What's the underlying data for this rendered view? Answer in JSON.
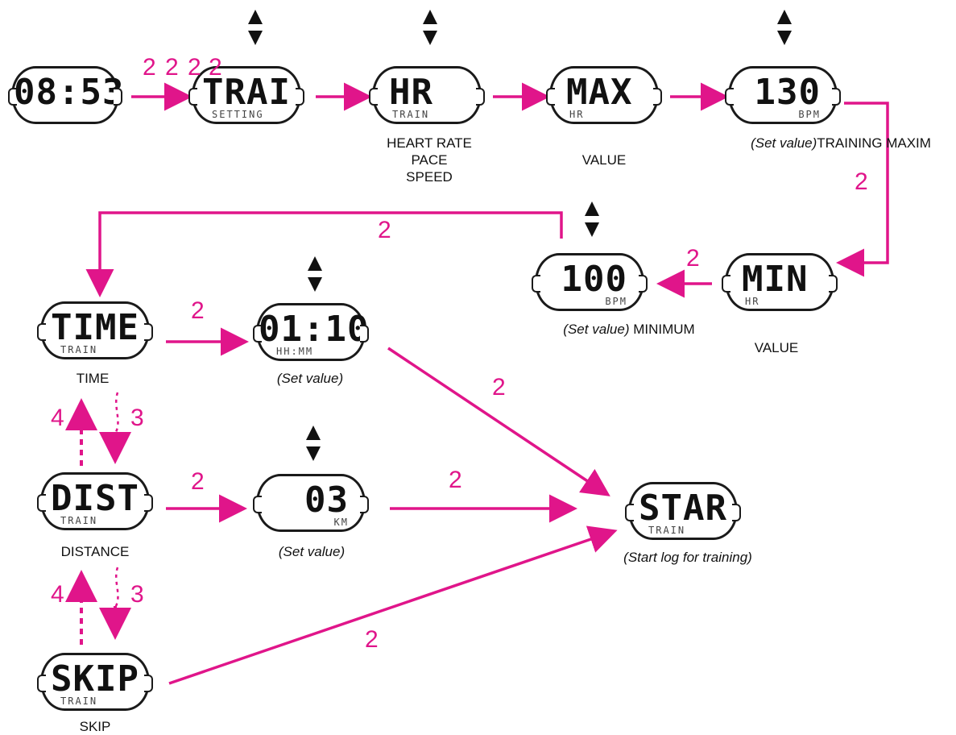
{
  "colors": {
    "arrow": "#e0158a",
    "outline": "#1a1a1a"
  },
  "icons": {
    "up_down": "up-down-arrow-icon"
  },
  "screens": {
    "clock": {
      "main": "08:53",
      "sub": ""
    },
    "trai": {
      "main": "TRAI",
      "sub": "SETTING"
    },
    "hr": {
      "main": "HR",
      "sub": "TRAIN"
    },
    "max": {
      "main": "MAX",
      "sub": "HR"
    },
    "max_val": {
      "main": "130",
      "sub": "BPM"
    },
    "min": {
      "main": "MIN",
      "sub": "HR"
    },
    "min_val": {
      "main": "100",
      "sub": "BPM"
    },
    "time": {
      "main": "TIME",
      "sub": "TRAIN"
    },
    "time_val": {
      "main": "01:10",
      "sub": "HH:MM"
    },
    "dist": {
      "main": "DIST",
      "sub": "TRAIN"
    },
    "dist_val": {
      "main": "03",
      "sub": "KM"
    },
    "star": {
      "main": "STAR",
      "sub": "TRAIN"
    },
    "skip": {
      "main": "SKIP",
      "sub": "TRAIN"
    }
  },
  "captions": {
    "hr_line1": "HEART RATE",
    "hr_line2": "PACE",
    "hr_line3": "SPEED",
    "max_value": "VALUE",
    "max_set_italic": "(Set value)",
    "max_set_text": "TRAINING MAXIM",
    "min_set_italic": "(Set value)",
    "min_set_text": " MINIMUM",
    "min_value": "VALUE",
    "time": "TIME",
    "time_set": "(Set value)",
    "distance": "DISTANCE",
    "dist_set": "(Set value)",
    "skip": "SKIP",
    "start": "(Start log for training)"
  },
  "labels": {
    "top_2a": "2",
    "top_2b": "2",
    "top_2c": "2",
    "top_2d": "2",
    "right_2": "2",
    "min_2": "2",
    "back_2": "2",
    "time_2": "2",
    "time_star_2": "2",
    "dist_2": "2",
    "dist_star_2": "2",
    "skip_star_2": "2",
    "up_4a": "4",
    "down_3a": "3",
    "up_4b": "4",
    "down_3b": "3"
  }
}
